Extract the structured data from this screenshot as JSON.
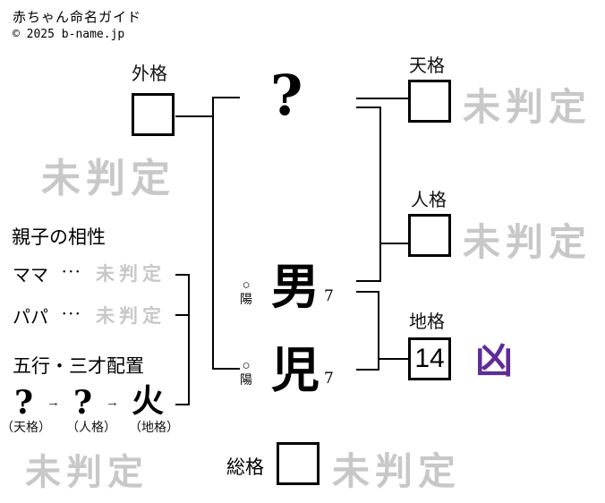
{
  "header": {
    "title": "赤ちゃん命名ガイド",
    "copyright": "© 2025 b-name.jp"
  },
  "colors": {
    "watermark_gray": "#c8c8c8",
    "kyou_purple": "#5f2b96",
    "line_black": "#000000"
  },
  "kaku": {
    "gaikaku": {
      "label": "外格",
      "value": "",
      "result": "未判定"
    },
    "tenkaku": {
      "label": "天格",
      "value": "",
      "result": "未判定"
    },
    "jinkaku": {
      "label": "人格",
      "value": "",
      "result": "未判定"
    },
    "chikaku": {
      "label": "地格",
      "value": "14",
      "result": "凶"
    },
    "soukaku": {
      "label": "総格",
      "value": "",
      "result": "未判定"
    }
  },
  "name": {
    "surname_placeholder": "?",
    "given": [
      {
        "char": "男",
        "strokes": "7",
        "inyou_symbol": "○",
        "inyou_label": "陽"
      },
      {
        "char": "児",
        "strokes": "7",
        "inyou_symbol": "○",
        "inyou_label": "陽"
      }
    ]
  },
  "compatibility": {
    "title": "親子の相性",
    "rows": [
      {
        "label": "ママ",
        "dots": "･･･",
        "result": "未判定"
      },
      {
        "label": "パパ",
        "dots": "･･･",
        "result": "未判定"
      }
    ]
  },
  "gogyou": {
    "title": "五行・三才配置",
    "arrow": "→",
    "sequence": [
      {
        "element": "?",
        "kaku_note": "（天格）"
      },
      {
        "element": "?",
        "kaku_note": "（人格）"
      },
      {
        "element": "火",
        "kaku_note": "（地格）"
      }
    ]
  },
  "overall_pending": "未判定"
}
